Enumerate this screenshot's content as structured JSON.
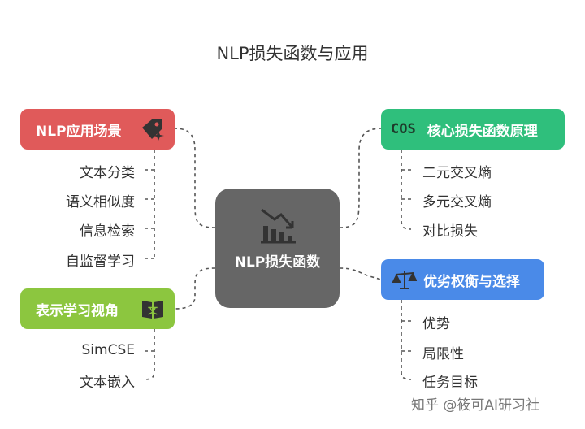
{
  "title": "NLP损失函数与应用",
  "center": {
    "label": "NLP损失函数"
  },
  "branches": {
    "applications": {
      "label": "NLP应用场景",
      "items": [
        "文本分类",
        "语义相似度",
        "信息检索",
        "自监督学习"
      ],
      "color": "#e05a5a"
    },
    "principles": {
      "label": "核心损失函数原理",
      "icon_text": "COS",
      "items": [
        "二元交叉熵",
        "多元交叉熵",
        "对比损失"
      ],
      "color": "#2fbf7c"
    },
    "representation": {
      "label": "表示学习视角",
      "items": [
        "SimCSE",
        "文本嵌入"
      ],
      "color": "#8cc63f"
    },
    "tradeoffs": {
      "label": "优劣权衡与选择",
      "items": [
        "优势",
        "局限性",
        "任务目标"
      ],
      "color": "#4a8ae8"
    }
  },
  "watermark": "知乎 @筱可AI研习社"
}
